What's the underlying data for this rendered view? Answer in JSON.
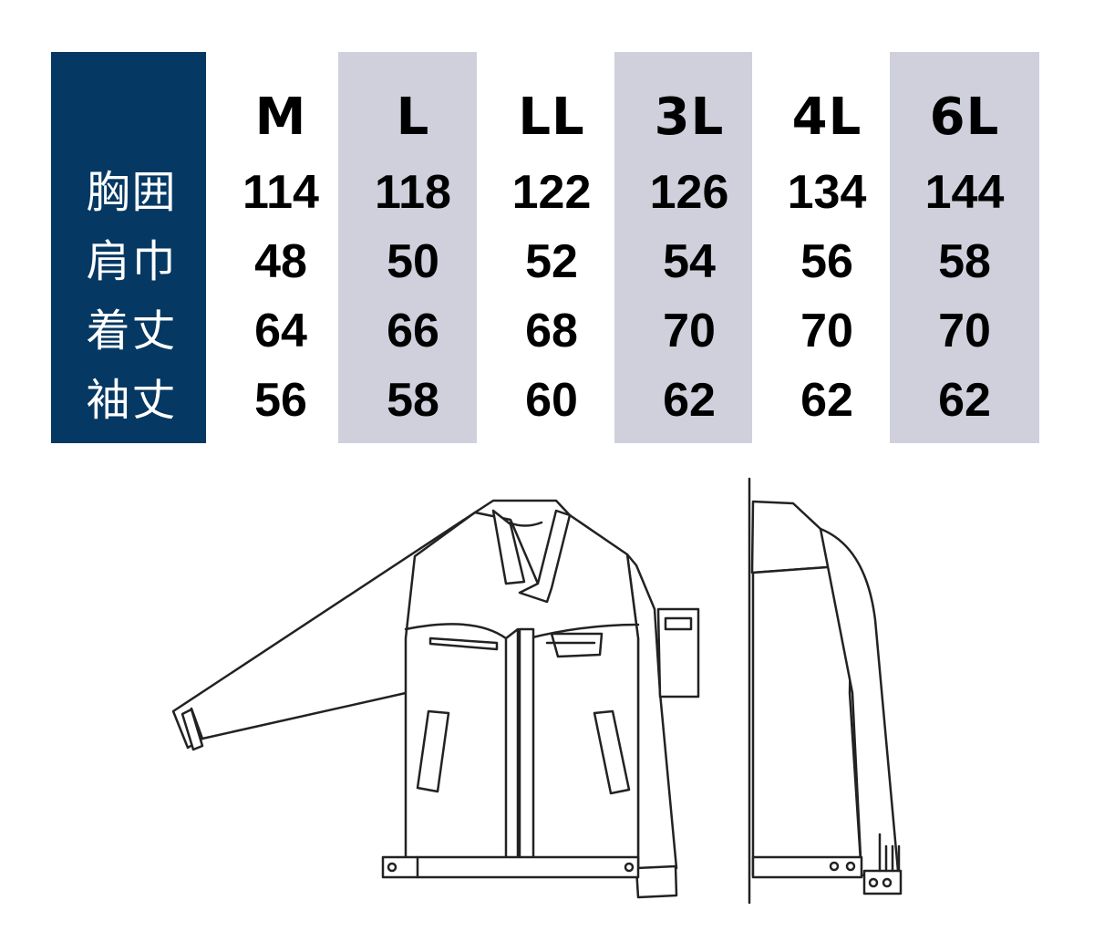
{
  "colors": {
    "label_column_bg": "#053862",
    "shaded_column_bg": "#cfd0dc",
    "plain_column_bg": "#ffffff"
  },
  "row_labels": [
    "胸囲",
    "肩巾",
    "着丈",
    "袖丈"
  ],
  "sizes": [
    {
      "name": "M",
      "values": [
        "114",
        "48",
        "64",
        "56"
      ],
      "shaded": false
    },
    {
      "name": "L",
      "values": [
        "118",
        "50",
        "66",
        "58"
      ],
      "shaded": true
    },
    {
      "name": "LL",
      "values": [
        "122",
        "52",
        "68",
        "60"
      ],
      "shaded": false
    },
    {
      "name": "3L",
      "values": [
        "126",
        "54",
        "70",
        "62"
      ],
      "shaded": true
    },
    {
      "name": "4L",
      "values": [
        "134",
        "56",
        "70",
        "62"
      ],
      "shaded": false
    },
    {
      "name": "6L",
      "values": [
        "144",
        "58",
        "70",
        "62"
      ],
      "shaded": true
    }
  ],
  "illustration": {
    "icons": [
      "jacket-front-icon",
      "jacket-side-icon"
    ]
  }
}
